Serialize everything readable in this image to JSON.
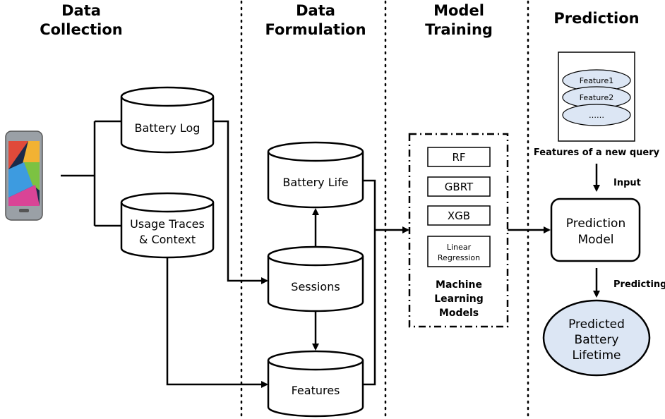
{
  "headers": {
    "data_collection": [
      "Data",
      "Collection"
    ],
    "data_formulation": [
      "Data",
      "Formulation"
    ],
    "model_training": [
      "Model",
      "Training"
    ],
    "prediction": "Prediction"
  },
  "collection": {
    "battery_log": "Battery Log",
    "usage_traces": [
      "Usage Traces",
      "& Context"
    ]
  },
  "formulation": {
    "battery_life": "Battery Life",
    "sessions": "Sessions",
    "features": "Features"
  },
  "training": {
    "models": [
      "RF",
      "GBRT",
      "XGB"
    ],
    "linear_regression": [
      "Linear",
      "Regression"
    ],
    "group_label": [
      "Machine",
      "Learning",
      "Models"
    ]
  },
  "prediction": {
    "features_list": [
      "Feature1",
      "Feature2",
      "……"
    ],
    "features_caption": "Features of a new query",
    "input_label": "Input",
    "model_label": [
      "Prediction",
      "Model"
    ],
    "predicting_label": "Predicting",
    "result_label": [
      "Predicted",
      "Battery",
      "Lifetime"
    ],
    "result_fill": "#dce6f4",
    "feature_fill": "#dce6f4"
  }
}
